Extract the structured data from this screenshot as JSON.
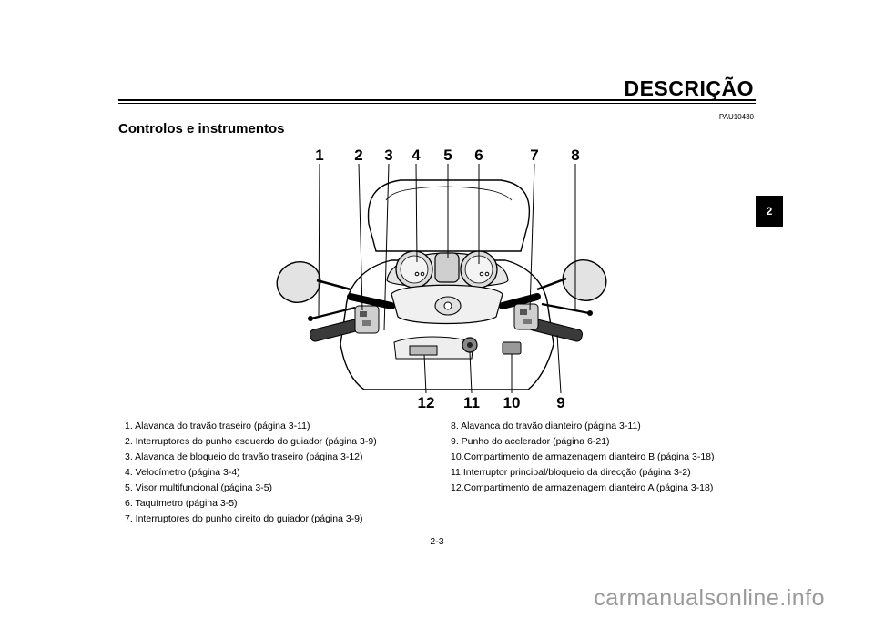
{
  "header": {
    "title": "DESCRIÇÃO",
    "code": "PAU10430"
  },
  "section": {
    "title": "Controlos e instrumentos"
  },
  "chapter_tab": "2",
  "figure": {
    "callouts_top": [
      "1",
      "2",
      "3",
      "4",
      "5",
      "6",
      "7",
      "8"
    ],
    "callouts_bottom": [
      "12",
      "11",
      "10",
      "9"
    ]
  },
  "legend": {
    "left": [
      "1.  Alavanca do travão traseiro (página 3-11)",
      "2.  Interruptores do punho esquerdo do guiador (página 3-9)",
      "3.  Alavanca de bloqueio do travão traseiro (página 3-12)",
      "4.  Velocímetro (página 3-4)",
      "5.  Visor multifuncional (página 3-5)",
      "6.  Taquímetro (página 3-5)",
      "7.  Interruptores do punho direito do guiador (página 3-9)"
    ],
    "right": [
      "8.  Alavanca do travão dianteiro (página 3-11)",
      "9.  Punho do acelerador (página 6-21)",
      "10.Compartimento de armazenagem dianteiro B (página 3-18)",
      "11.Interruptor principal/bloqueio da direcção (página 3-2)",
      "12.Compartimento de armazenagem dianteiro A (página 3-18)"
    ]
  },
  "footer": {
    "page_number": "2-3",
    "watermark": "carmanualsonline.info"
  }
}
